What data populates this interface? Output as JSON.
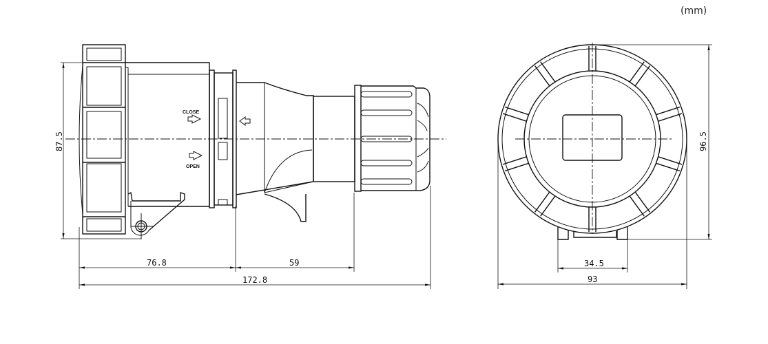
{
  "units_label": "(mm)",
  "side_view": {
    "labels": {
      "close": "CLOSE",
      "open": "OPEN"
    },
    "dimensions": {
      "height": "87.5",
      "front_length": "76.8",
      "rear_length": "59",
      "total_length": "172.8"
    }
  },
  "front_view": {
    "dimensions": {
      "height": "96.5",
      "foot_width": "34.5",
      "width": "93"
    }
  }
}
